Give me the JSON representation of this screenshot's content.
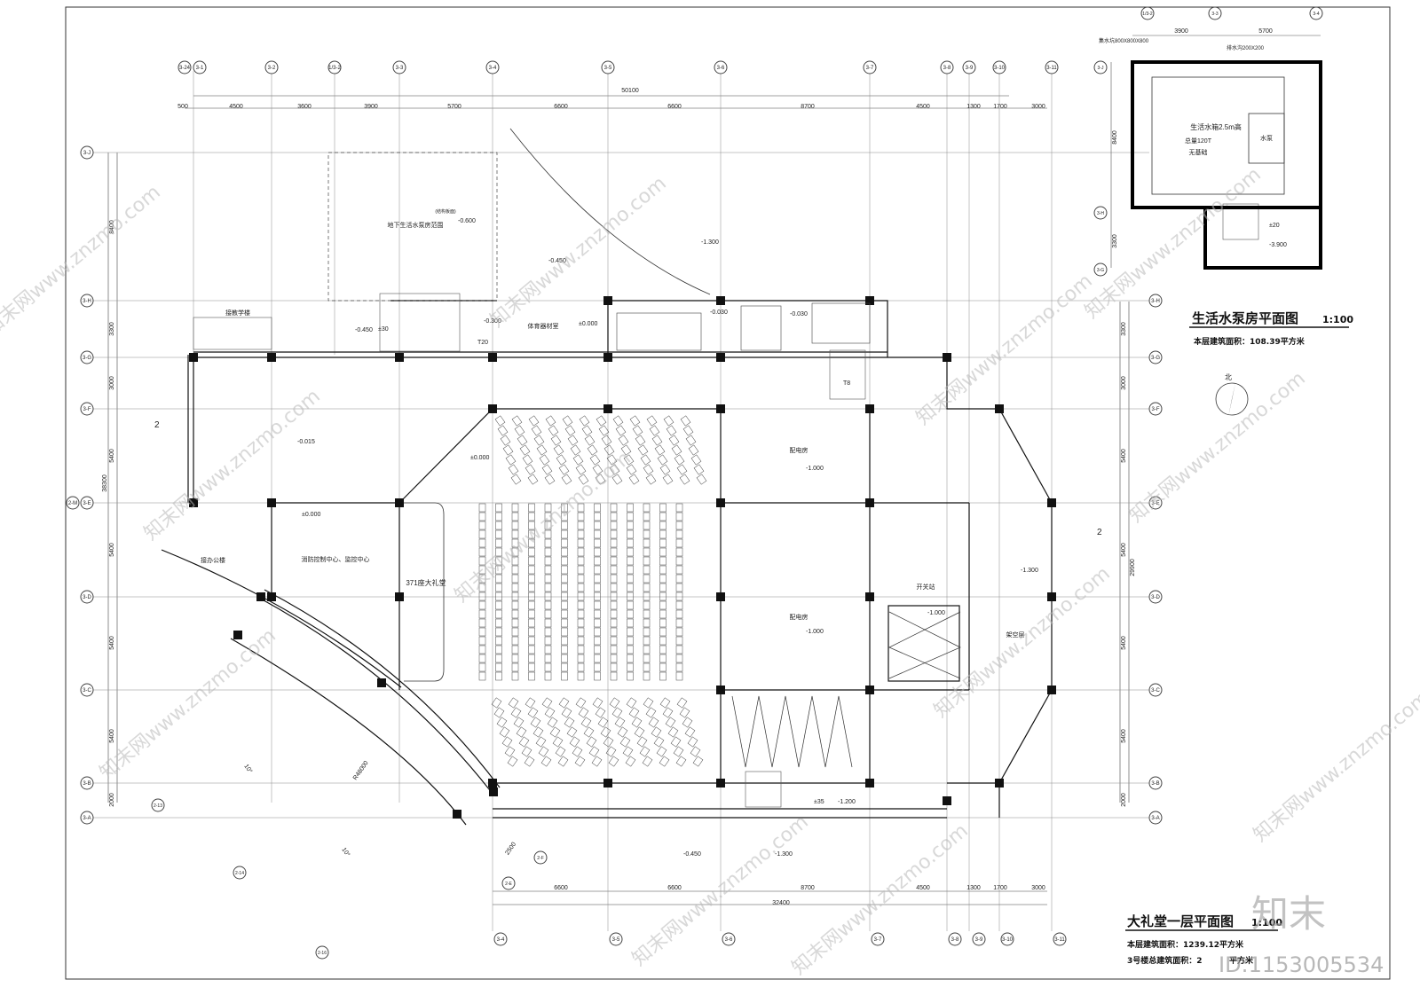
{
  "main_plan": {
    "title": "大礼堂一层平面图",
    "scale": "1:100",
    "floor_area": "本层建筑面积：1239.12平方米",
    "total_area": "3号楼总建筑面积：2",
    "total_area_tail": "平方米",
    "axes_top": [
      "3-24",
      "3-1",
      "3-2",
      "1/3-2",
      "3-3",
      "3-4",
      "3-5",
      "3-6",
      "3-7",
      "3-8",
      "3-9",
      "3-10",
      "3-11"
    ],
    "axes_bottom": [
      "3-4",
      "3-5",
      "3-6",
      "3-7",
      "3-8",
      "3-9",
      "3-10",
      "3-11"
    ],
    "axes_left": [
      "3-J",
      "3-H",
      "3-G",
      "3-F",
      "3-E",
      "3-D",
      "3-C",
      "3-B",
      "3-A"
    ],
    "axis_left_extra": "2-M",
    "axes_right": [
      "3-H",
      "3-G",
      "3-F",
      "3-E",
      "3-D",
      "3-C",
      "3-B",
      "3-A"
    ],
    "axes_arc": [
      "2-13",
      "2-14",
      "2-16",
      "2-E",
      "2-F"
    ],
    "top_total": "50100",
    "top_dims": [
      "500",
      "4500",
      "3600",
      "3900",
      "5700",
      "6600",
      "6600",
      "8700",
      "4500",
      "1300",
      "1700",
      "3000"
    ],
    "bottom_total": "32400",
    "bottom_dims": [
      "6600",
      "6600",
      "8700",
      "4500",
      "1300",
      "1700",
      "3000"
    ],
    "left_total": "38300",
    "left_dims": [
      "8400",
      "3300",
      "3000",
      "5400",
      "5400",
      "5400",
      "5400",
      "2000"
    ],
    "right_total": "29900",
    "right_dims": [
      "3300",
      "3000",
      "5400",
      "5400",
      "5400",
      "5400",
      "2000"
    ],
    "arc_dims": [
      "10°",
      "R48000",
      "10°",
      "2500"
    ],
    "rooms": {
      "underground_pump": "地下生活水泵房范围",
      "underground_pump_note": "(结构板面)",
      "stair_up": "接教学楼",
      "equipment": "体育器材室",
      "fire_control": "消防控制中心、监控中心",
      "hall": "371座大礼堂",
      "dist1": "配电房",
      "dist2": "配电房",
      "switch": "开关站",
      "overhead": "架空层",
      "office_stair": "接办公楼"
    },
    "levels": {
      "l_0600": "-0.600",
      "l_1300a": "-1.300",
      "l_0450a": "-0.450",
      "l_0450b": "-0.450",
      "l_0300": "-0.300",
      "l_0000a": "±0.000",
      "l_0030a": "-0.030",
      "l_0030b": "-0.030",
      "l_0015": "-0.015",
      "l_0000b": "±0.000",
      "l_0000c": "±0.000",
      "l_1000a": "-1.000",
      "l_1000b": "-1.000",
      "l_1000c": "-1.000",
      "l_1300b": "-1.300",
      "l_1200": "-1.200",
      "l_0450c": "-0.450",
      "l_1300c": "-1.300",
      "s30": "±30",
      "s35": "±35",
      "s20": "T20",
      "s18": "T8"
    },
    "section_mark": "2"
  },
  "pump_plan": {
    "title": "生活水泵房平面图",
    "scale": "1:100",
    "area": "本层建筑面积：108.39平方米",
    "axes_top": [
      "1/3-2",
      "3-3",
      "3-4"
    ],
    "axes_left": [
      "3-J",
      "3-H",
      "3-G"
    ],
    "top_dims": [
      "3900",
      "5700"
    ],
    "left_dims": [
      "8400",
      "3300"
    ],
    "pipe_note_1": "集水坑800X800X800",
    "pipe_note_2": "排水沟200X200",
    "tank_label_1": "生活水箱2.5m高",
    "tank_label_2": "总量120T",
    "tank_label_3": "无基础",
    "pump": "水泵",
    "level_1": "±20",
    "level_2": "-3.900",
    "north": "北"
  },
  "watermarks": {
    "site": "知末网www.znzmo.com",
    "logo": "知末",
    "id": "ID:1153005534"
  }
}
